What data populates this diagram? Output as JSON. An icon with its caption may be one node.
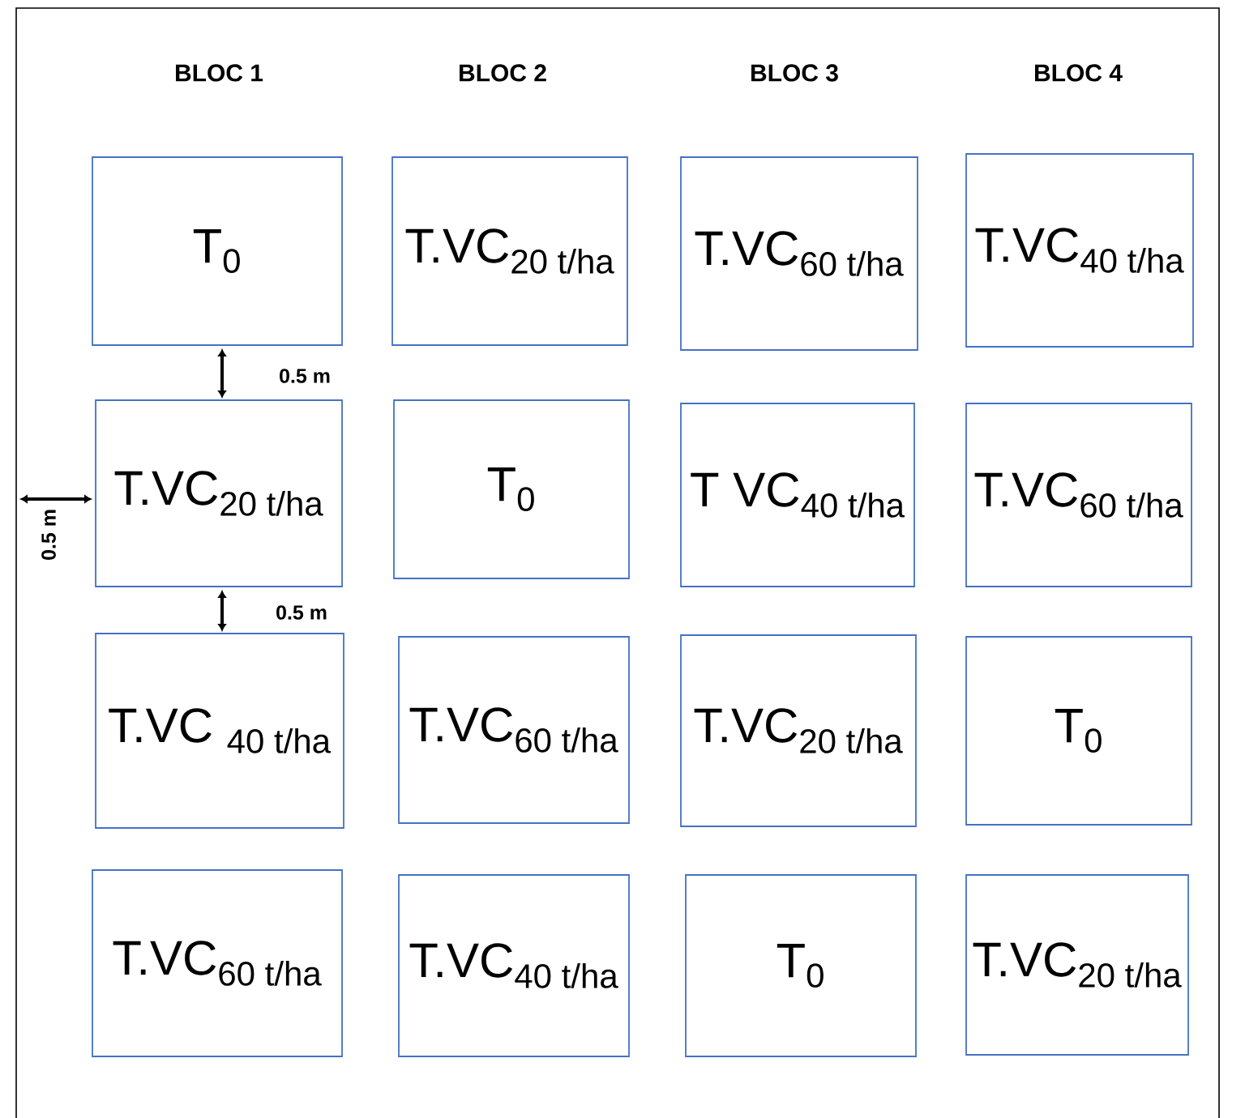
{
  "diagram": {
    "nodes": [
      {
        "text": [
          "T$_{0}$"
        ]
      },
      {
        "text": [
          "T.VC$_{20 t/ha}$"
        ]
      },
      {
        "text": [
          "T.VC$_{60 t/ha}$"
        ]
      },
      {
        "text": [
          "T.VC$_{40 t/ha}$"
        ]
      },
      {
        "text": [
          "T.VC$_{20 t/ha}$"
        ]
      },
      {
        "text": [
          "T$_{0}$"
        ]
      },
      {
        "text": [
          "T VC$_{40 t/ha}$"
        ]
      },
      {
        "text": [
          "T.VC$_{60 t/ha}$"
        ]
      },
      {
        "text": [
          "T.VC $_{40 t/ha}$"
        ]
      },
      {
        "text": [
          "T.VC$_{60 t/ha}$"
        ]
      },
      {
        "text": [
          "T.VC$_{20 t/ha}$"
        ]
      },
      {
        "text": [
          "T$_{0}$"
        ]
      },
      {
        "text": [
          "T.VC$_{60 t/ha}$"
        ]
      },
      {
        "text": [
          "T.VC$_{40 t/ha}$"
        ]
      },
      {
        "text": [
          "T$_{0}$"
        ]
      },
      {
        "text": [
          "T.VC$_{20 t/ha}$"
        ]
      }
    ],
    "labels": [
      "BLOC 1",
      "BLOC 2",
      "BLOC 3",
      "BLOC 4",
      "0.5 m",
      "0.5 m",
      "0.5 m"
    ]
  }
}
